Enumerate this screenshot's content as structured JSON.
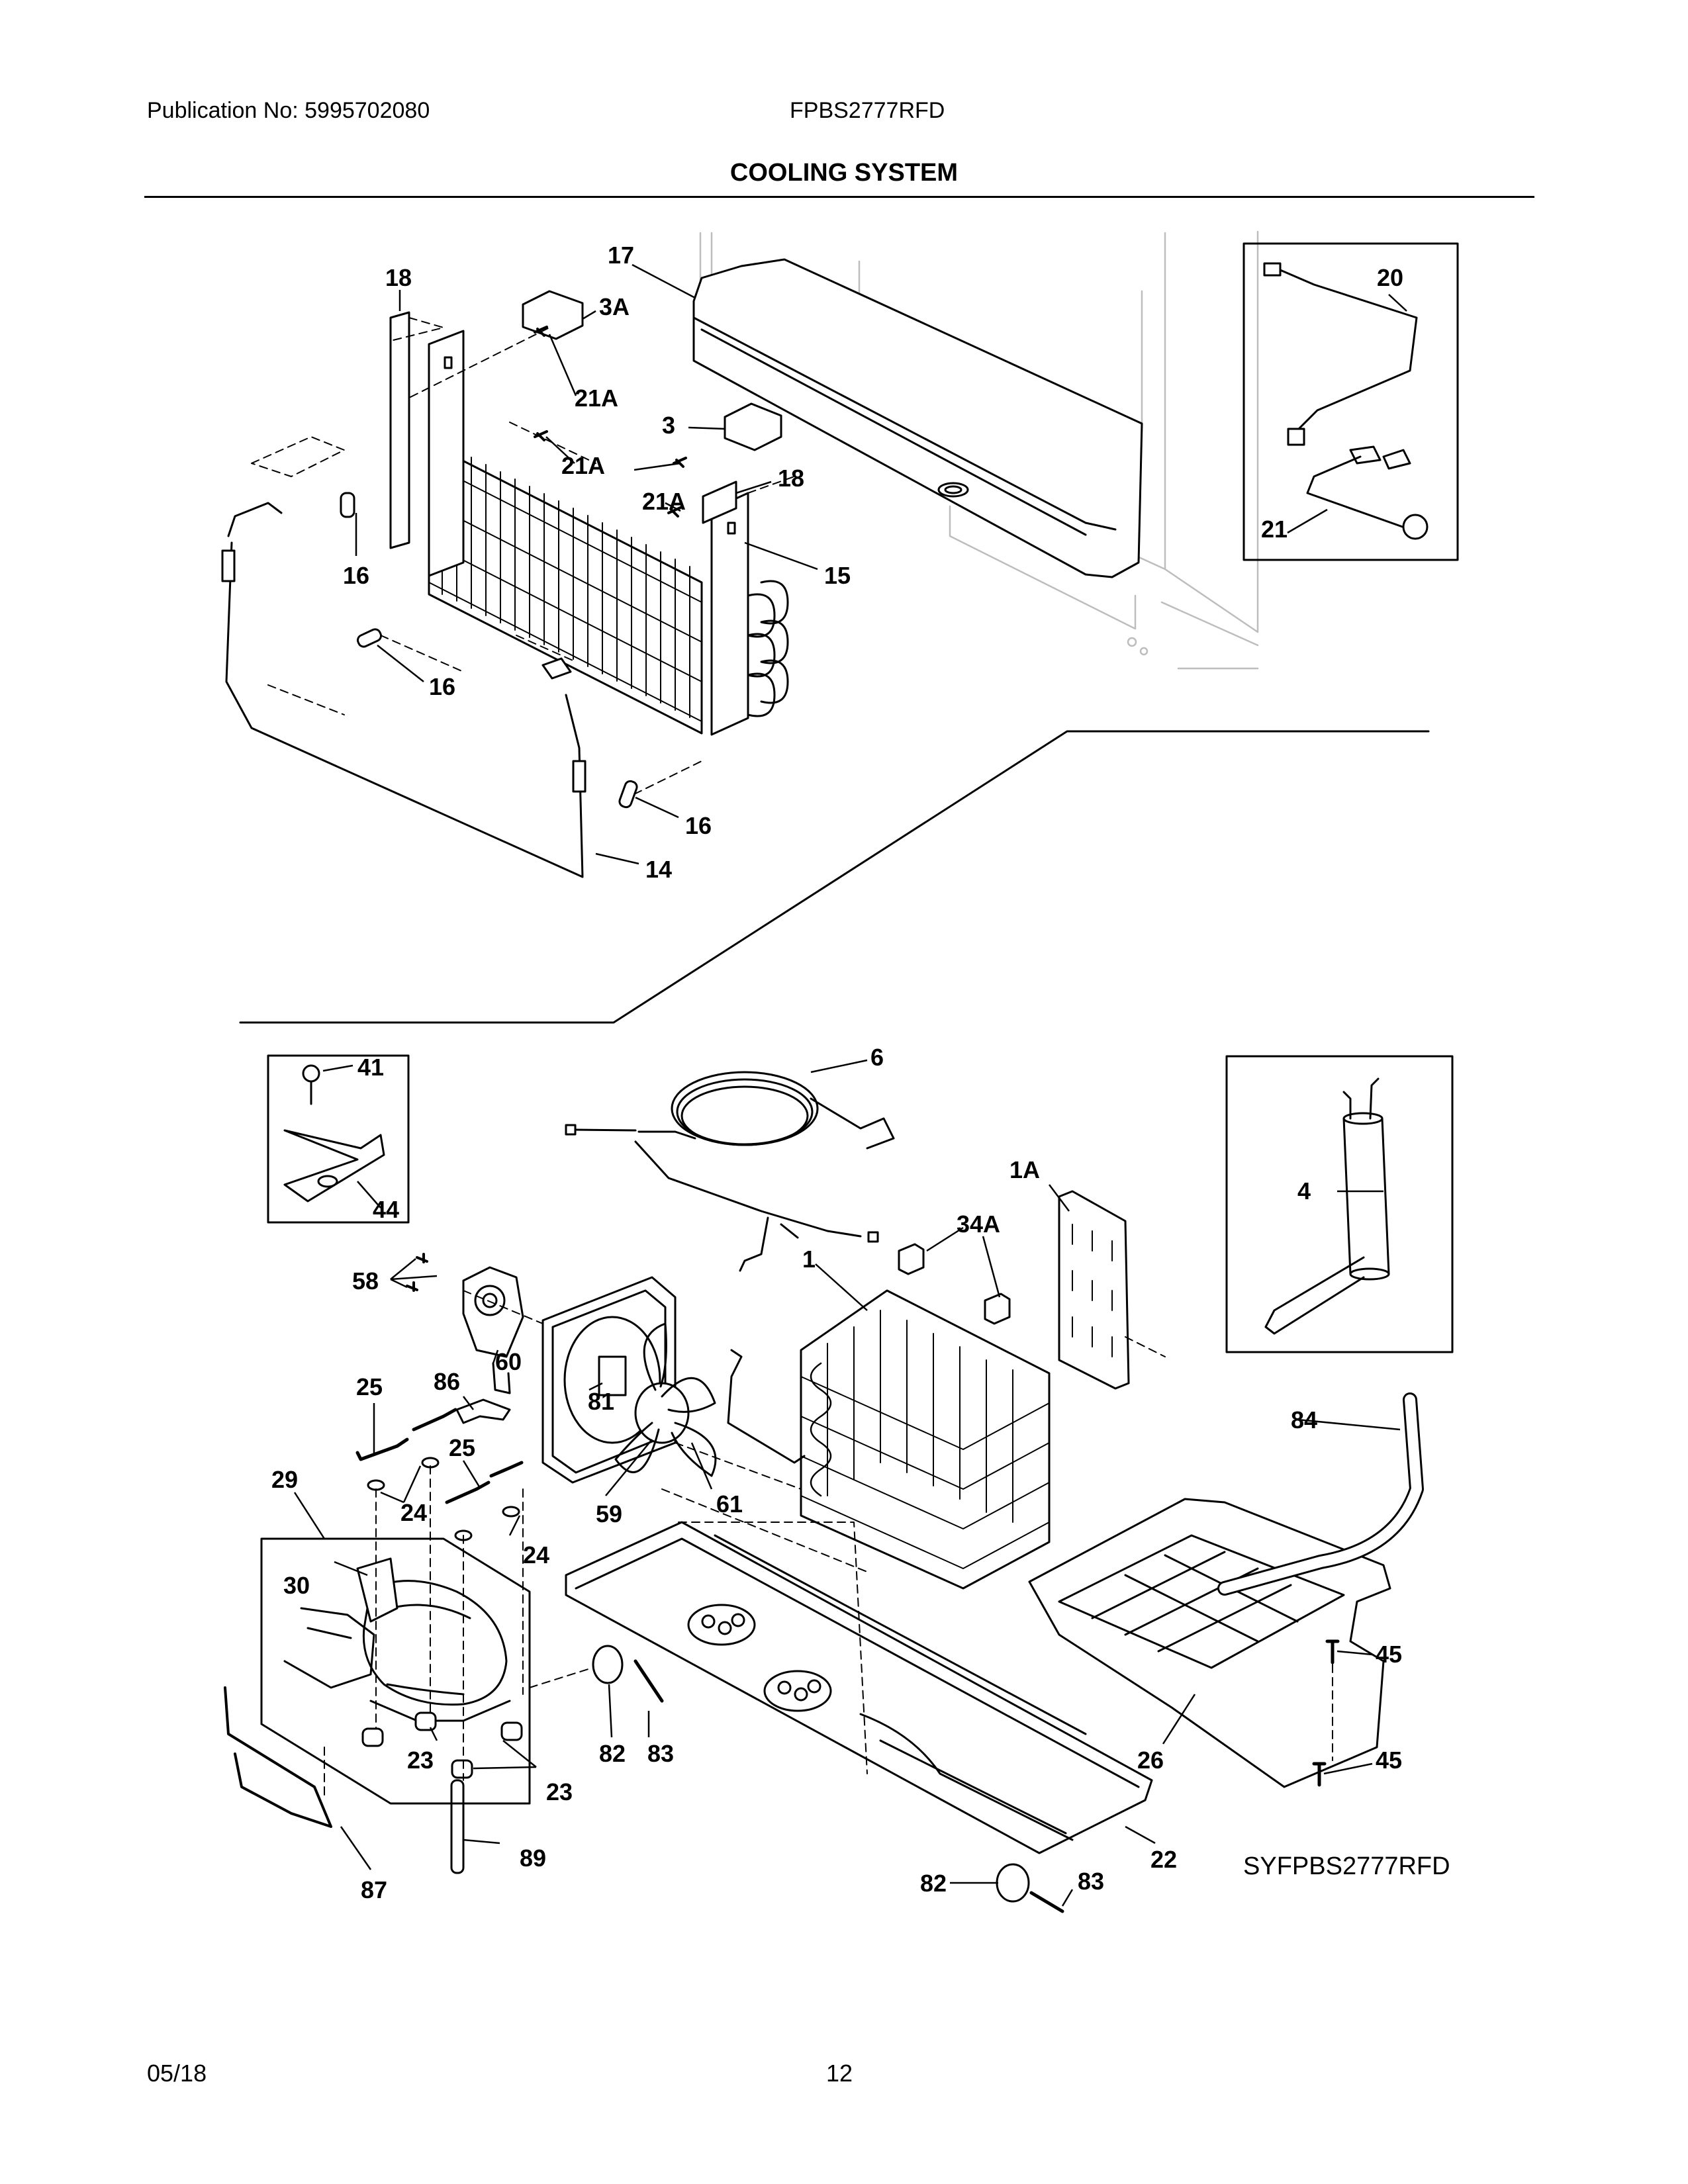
{
  "header": {
    "publication": "Publication No: 5995702080",
    "model": "FPBS2777RFD",
    "title": "COOLING SYSTEM"
  },
  "footer": {
    "date": "05/18",
    "page": "12"
  },
  "diagram": {
    "code": "SYFPBS2777RFD",
    "callouts": [
      "18",
      "17",
      "3A",
      "21A",
      "3",
      "21A",
      "21A",
      "18",
      "16",
      "15",
      "16",
      "16",
      "14",
      "20",
      "21",
      "41",
      "44",
      "6",
      "1A",
      "4",
      "34A",
      "1",
      "58",
      "60",
      "86",
      "25",
      "81",
      "25",
      "29",
      "24",
      "59",
      "61",
      "84",
      "24",
      "30",
      "45",
      "82",
      "83",
      "26",
      "45",
      "23",
      "23",
      "89",
      "22",
      "87",
      "82",
      "83"
    ]
  }
}
